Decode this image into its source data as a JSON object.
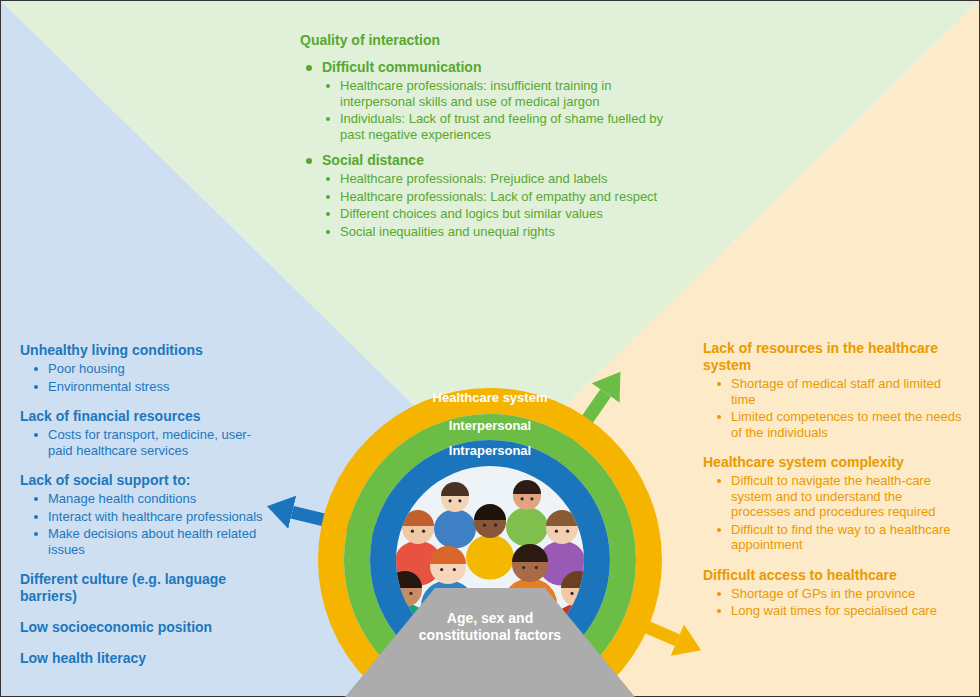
{
  "diagram": {
    "nodes": [
      {
        "text": [
          "Quality of interaction",
          "Difficult communication",
          "Healthcare professionals: insufficient training in interpersonal skills and use of medical jargon",
          "Individuals: Lack of trust and feeling of shame fuelled by past negative experiences",
          "Social distance",
          "Healthcare professionals: Prejudice and labels",
          "Healthcare professionals: Lack of empathy and respect",
          "Different choices and logics but similar values",
          "Social inequalities and unequal rights"
        ]
      },
      {
        "text": [
          "Unhealthy living conditions",
          "Poor housing",
          "Environmental stress",
          "Lack of financial resources",
          "Costs for transport, medicine, user-paid healthcare services",
          "Lack of social support to:",
          "Manage health conditions",
          "Interact with healthcare professionals",
          "Make decisions about health related issues",
          "Different culture (e.g. language barriers)",
          "Low socioeconomic position",
          "Low health literacy"
        ]
      },
      {
        "text": [
          "Lack of resources in the healthcare system",
          "Shortage of medical staff and limited time",
          "Limited competences to meet the needs of the individuals",
          "Healthcare system complexity",
          "Difficult to navigate the health-care system and to understand the processes and procedures required",
          "Difficult to find the way to a healthcare appointment",
          "Difficult access to healthcare",
          "Shortage of GPs in the province",
          "Long wait times for specialised care"
        ]
      },
      {
        "text": [
          "Healthcare system"
        ]
      },
      {
        "text": [
          "Interpersonal"
        ],
        "in": 3
      },
      {
        "text": [
          "Intrapersonal"
        ],
        "in": 4
      },
      {
        "text": [
          "Age, sex and constitutional factors"
        ]
      }
    ],
    "edges": [
      {
        "from": 5,
        "to": 1,
        "arrow": "to"
      },
      {
        "from": 4,
        "to": 0,
        "arrow": "to"
      },
      {
        "from": 3,
        "to": 2,
        "arrow": "to"
      }
    ]
  }
}
